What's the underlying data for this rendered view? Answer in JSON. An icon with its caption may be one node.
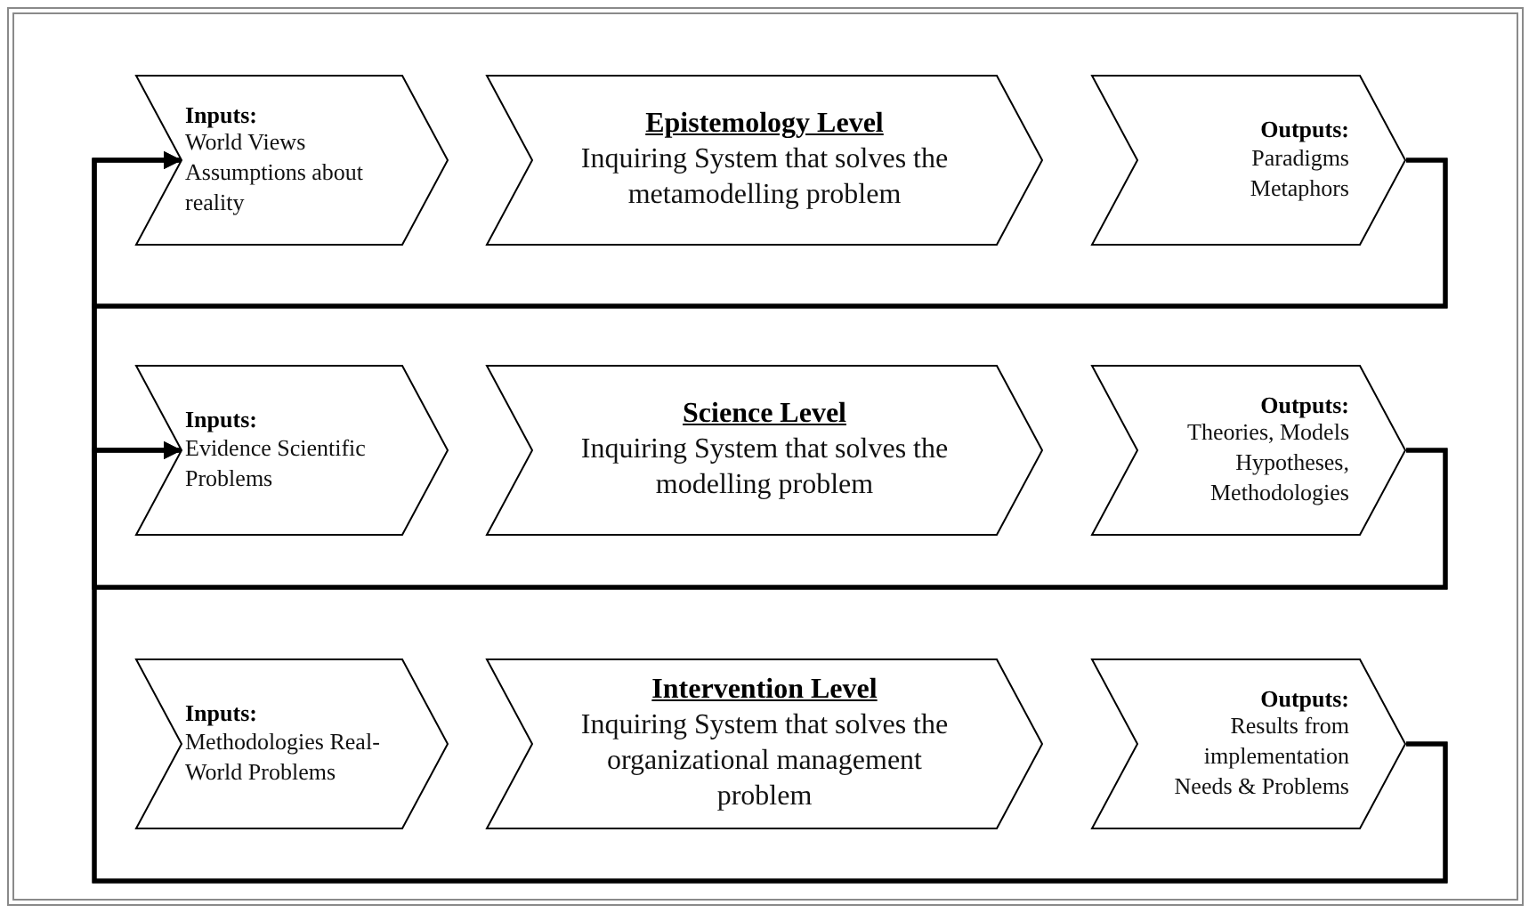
{
  "diagram": {
    "nodes": [
      {
        "text": [
          "Inputs:",
          "World Views Assumptions about reality"
        ]
      },
      {
        "text": [
          "Epistemology Level",
          "Inquiring System that solves the metamodelling problem"
        ]
      },
      {
        "text": [
          "Outputs:",
          "Paradigms Metaphors"
        ]
      },
      {
        "text": [
          "Inputs:",
          "Evidence Scientific Problems"
        ]
      },
      {
        "text": [
          "Science Level",
          "Inquiring System that solves the modelling problem"
        ]
      },
      {
        "text": [
          "Outputs:",
          "Theories, Models Hypotheses, Methodologies"
        ]
      },
      {
        "text": [
          "Inputs:",
          "Methodologies Real-World Problems"
        ]
      },
      {
        "text": [
          "Intervention Level",
          "Inquiring System that solves the organizational management problem"
        ]
      },
      {
        "text": [
          "Outputs:",
          "Results from implementation Needs & Problems"
        ]
      }
    ],
    "edges": [
      {
        "from": 2,
        "to": 0,
        "arrow": "to"
      },
      {
        "from": 2,
        "to": 3,
        "arrow": "to"
      },
      {
        "from": 5,
        "to": 0,
        "arrow": "to"
      },
      {
        "from": 5,
        "to": 3,
        "arrow": "to"
      },
      {
        "from": 8,
        "to": 0,
        "arrow": "to"
      },
      {
        "from": 8,
        "to": 3,
        "arrow": "to"
      }
    ]
  }
}
